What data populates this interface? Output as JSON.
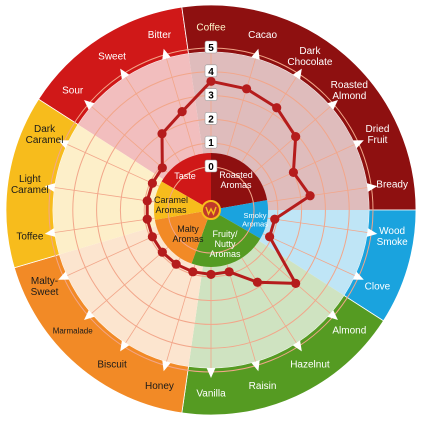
{
  "chart_data": {
    "type": "radar",
    "title": "",
    "scale": {
      "min": 0,
      "max": 5,
      "ticks": [
        "0",
        "1",
        "2",
        "3",
        "4",
        "5"
      ]
    },
    "attributes": [
      {
        "label": "Coffee",
        "value": 3.6
      },
      {
        "label": "Cacao",
        "value": 3.5
      },
      {
        "label": "Dark Chocolate",
        "value": 3.3
      },
      {
        "label": "Roasted Almond",
        "value": 2.9
      },
      {
        "label": "Dried Fruit",
        "value": 2.0
      },
      {
        "label": "Bready",
        "value": 2.4
      },
      {
        "label": "Wood Smoke",
        "value": 0.9
      },
      {
        "label": "Clove",
        "value": 0.9
      },
      {
        "label": "Almond",
        "value": 2.9
      },
      {
        "label": "Hazelnut",
        "value": 1.8
      },
      {
        "label": "Raisin",
        "value": 0.9
      },
      {
        "label": "Vanilla",
        "value": 0.9
      },
      {
        "label": "Honey",
        "value": 0.9
      },
      {
        "label": "Biscuit",
        "value": 0.9
      },
      {
        "label": "Marmalade",
        "value": 0.9
      },
      {
        "label": "Malty-Sweet",
        "value": 0.9
      },
      {
        "label": "Toffee",
        "value": 0.9
      },
      {
        "label": "Light Caramel",
        "value": 0.9
      },
      {
        "label": "Dark Caramel",
        "value": 0.9
      },
      {
        "label": "Sour",
        "value": 0.9
      },
      {
        "label": "Sweet",
        "value": 2.0
      },
      {
        "label": "Bitter",
        "value": 2.5
      }
    ],
    "categories": [
      {
        "label": "Taste",
        "color": "#d01818"
      },
      {
        "label": "Roasted Aromas",
        "color": "#8e1010"
      },
      {
        "label": "Smoky Aromas",
        "color": "#1aa3de"
      },
      {
        "label": "Fruity/ Nutty Aromas",
        "color": "#559b22"
      },
      {
        "label": "Malty Aromas",
        "color": "#f28a26"
      },
      {
        "label": "Caramel Aromas",
        "color": "#f7bc1c"
      }
    ],
    "series": [
      {
        "color": "#b51c1c"
      }
    ],
    "colors": {
      "taste": "#d01818",
      "roasted": "#8e1010",
      "smoky": "#1aa3de",
      "fruity": "#559b22",
      "malty": "#f28a26",
      "caramel": "#f7bc1c",
      "series_line": "#b51c1c",
      "ring_line": "#f2a68a",
      "scale_text": "#000000",
      "scale_bg": "#ffffff",
      "label_light": "#fff7cc",
      "label_dark": "#1a1a1a"
    }
  }
}
